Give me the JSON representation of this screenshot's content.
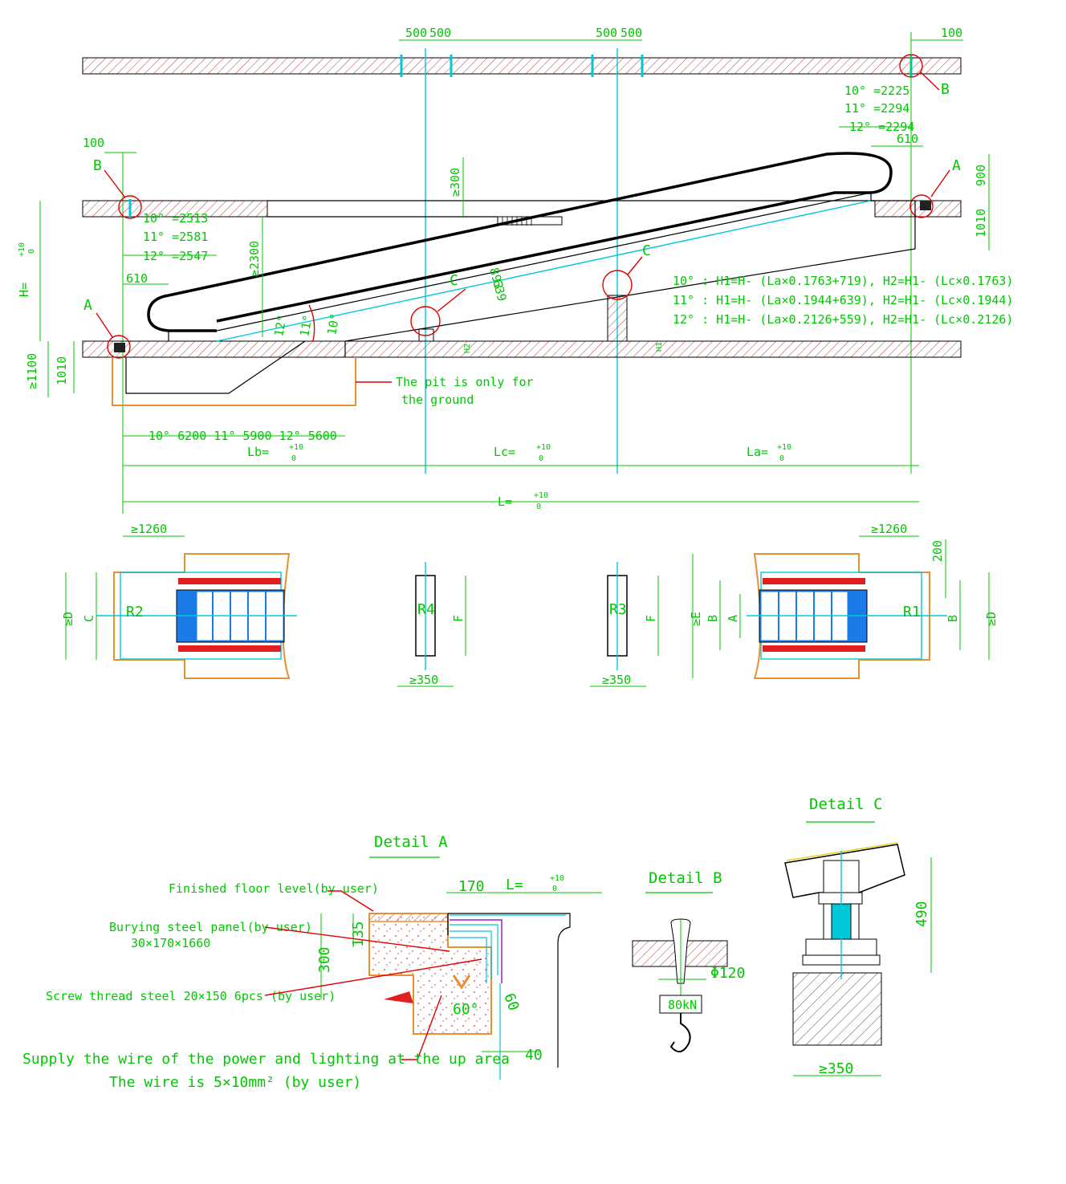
{
  "dims": {
    "d500a": "500",
    "d500b": "500",
    "d500c": "500",
    "d500d": "500",
    "d100r": "100",
    "d100l": "100",
    "b_label_r": "B",
    "b_label_l": "B",
    "a_label_r": "A",
    "a_label_l": "A",
    "c_label_mid": "C",
    "c_label_right": "C",
    "top10": "10° =2225",
    "top11": "11° =2294",
    "top12": "12° =2294",
    "d610r": "610",
    "d610l": "610",
    "d900": "900",
    "d1010r": "1010",
    "d1010l": "1010",
    "bot10": "10° =2513",
    "bot11": "11° =2581",
    "bot12": "12° =2547",
    "ge2300": "≥2300",
    "ge300": "≥300",
    "d893": "893",
    "d639": "639",
    "ang12": "12°",
    "ang11": "11°",
    "ang10": "10°",
    "h_label": "H=",
    "h_tol_top": "+10",
    "h_tol_bot": "0",
    "ge1100": "≥1100",
    "h1": "H1",
    "h2": "H2",
    "pit_note1": "The pit is only for",
    "pit_note2": "the ground",
    "pitlen": "10° 6200 11° 5900 12°  5600",
    "lb": "Lb=",
    "lc": "Lc=",
    "la": "La=",
    "l": "L=",
    "tol_top": "+10",
    "tol_bot": "0",
    "f1_10": "10° : H1=H- (La×0.1763+719), H2=H1- (Lc×0.1763)",
    "f1_11": "11° : H1=H- (La×0.1944+639), H2=H1- (Lc×0.1944)",
    "f1_12": "12° : H1=H- (La×0.2126+559), H2=H1- (Lc×0.2126)"
  },
  "plan": {
    "ge1260l": "≥1260",
    "ge1260r": "≥1260",
    "d200": "200",
    "r1": "R1",
    "r2": "R2",
    "r3": "R3",
    "r4": "R4",
    "ged": "≥D",
    "c": "C",
    "f": "F",
    "gee": "≥E",
    "b": "B",
    "a": "A",
    "ge350": "≥350"
  },
  "detail_a": {
    "title": "Detail A",
    "floor": "Finished floor level(by user)",
    "panel1": "Burying steel panel(by user)",
    "panel2": "30×170×1660",
    "screw": "Screw thread steel 20×150 6pcs (by user)",
    "wire1": "Supply the wire of the power and lighting at the up area",
    "wire2": "The wire is 5×10mm² (by user)",
    "d170": "170",
    "l": "L=",
    "tol_top": "+10",
    "tol_bot": "0",
    "d135": "135",
    "d300": "300",
    "ang60a": "60°",
    "ang60b": "60",
    "d40": "40"
  },
  "detail_b": {
    "title": "Detail B",
    "phi": "Φ120",
    "load": "80kN"
  },
  "detail_c": {
    "title": "Detail C",
    "d490": "490",
    "ge350": "≥350"
  }
}
